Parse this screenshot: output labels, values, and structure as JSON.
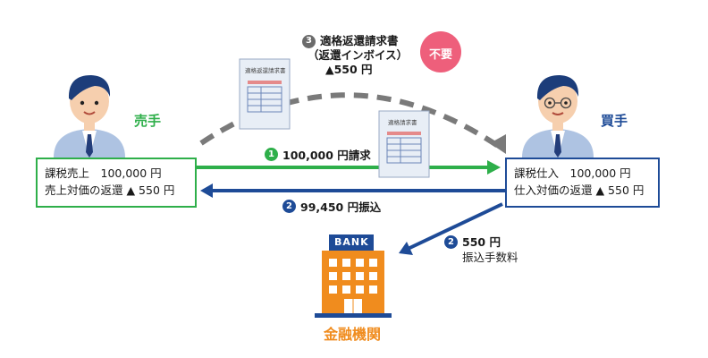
{
  "seller": {
    "label": "売手",
    "line1": "課税売上　100,000 円",
    "line2": "売上対価の返還 ▲ 550 円"
  },
  "buyer": {
    "label": "買手",
    "line1": "課税仕入　100,000 円",
    "line2": "仕入対価の返還 ▲ 550 円"
  },
  "steps": {
    "step3": {
      "num": "3",
      "title": "適格返還請求書",
      "sub": "（返還インボイス）",
      "amount": "▲550 円",
      "badge": "不要"
    },
    "step1": {
      "num": "1",
      "text": "100,000 円請求"
    },
    "step2_pay": {
      "num": "2",
      "text": "99,450 円振込"
    },
    "step2_fee": {
      "num": "2",
      "amount": "550 円",
      "desc": "振込手数料"
    }
  },
  "docs": {
    "return_doc": "適格返還請求書",
    "invoice_doc": "適格請求書"
  },
  "bank": {
    "sign": "BANK",
    "label": "金融機関"
  },
  "colors": {
    "green": "#2eaf4a",
    "blue": "#1e4b97",
    "orange": "#f08c1e",
    "pink": "#ee5f7b",
    "gray": "#7a7a7a"
  }
}
